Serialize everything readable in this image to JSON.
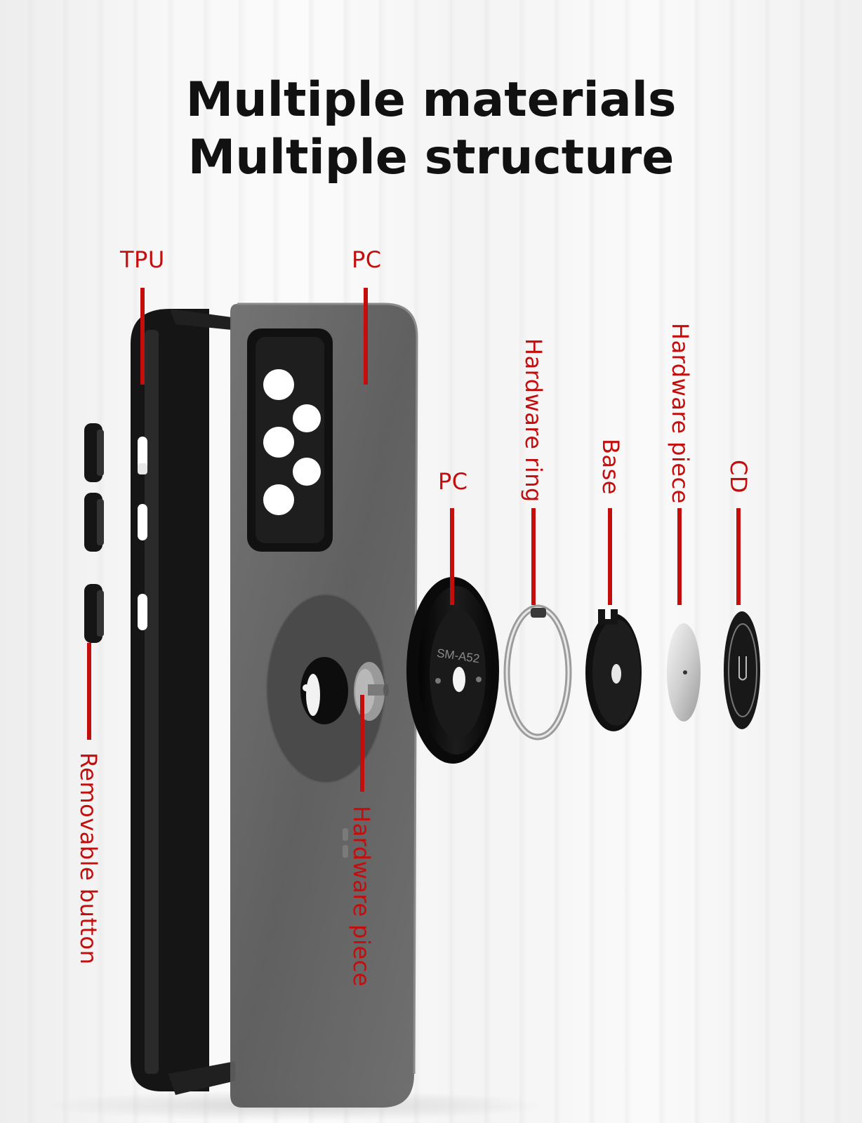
{
  "title": {
    "line1": "Multiple materials",
    "line2": "Multiple structure"
  },
  "labels": {
    "tpu": "TPU",
    "pc_case": "PC",
    "removable_button": "Removable button",
    "hardware_piece_case": "Hardware piece",
    "pc_disc": "PC",
    "hardware_ring": "Hardware ring",
    "base": "Base",
    "hardware_piece": "Hardware piece",
    "cd": "CD"
  },
  "parts_text": {
    "model_mark": "SM-A52"
  },
  "colors": {
    "accent_red": "#c40d0d",
    "title_black": "#111111",
    "case_black": "#141414",
    "pc_grey": "#5f5f5f"
  }
}
